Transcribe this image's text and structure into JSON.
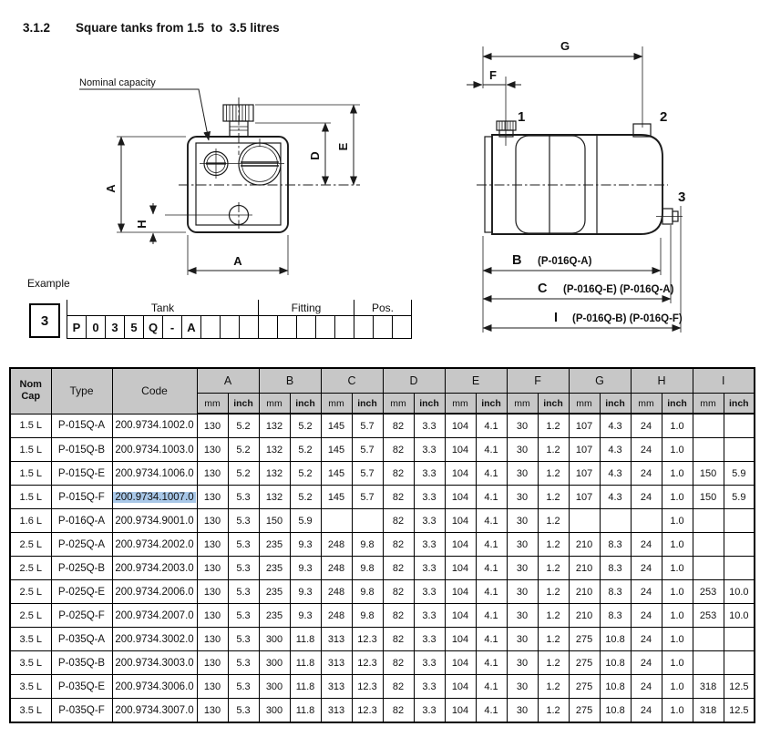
{
  "page": {
    "section_number": "3.1.2",
    "title": "Square tanks from 1.5  to  3.5 litres"
  },
  "front_view": {
    "callout": "Nominal capacity",
    "dim_a_left": "A",
    "dim_h": "H",
    "dim_d": "D",
    "dim_e": "E",
    "dim_a_bottom": "A"
  },
  "side_view": {
    "dim_g": "G",
    "dim_f": "F",
    "port1": "1",
    "port2": "2",
    "port3": "3",
    "dim_b": "B",
    "dim_b_note": "(P-016Q-A)",
    "dim_c": "C",
    "dim_c_note": "(P-016Q-E) (P-016Q-A)",
    "dim_i": "I",
    "dim_i_note": "(P-016Q-B) (P-016Q-F)"
  },
  "example": {
    "label": "Example",
    "box_value": "3",
    "sections": [
      {
        "label": "Tank",
        "cells": [
          "P",
          "0",
          "3",
          "5",
          "Q",
          "-",
          "A",
          "",
          "",
          ""
        ]
      },
      {
        "label": "Fitting",
        "cells": [
          "",
          "",
          "",
          "",
          ""
        ]
      },
      {
        "label": "Pos.",
        "cells": [
          "",
          "",
          ""
        ]
      }
    ]
  },
  "table": {
    "header_bg": "#c7c7c7",
    "highlight_color": "#a9c8e8",
    "col_cap": "Nom\nCap",
    "col_type": "Type",
    "col_code": "Code",
    "dim_groups": [
      "A",
      "B",
      "C",
      "D",
      "E",
      "F",
      "G",
      "H",
      "I"
    ],
    "unit_mm": "mm",
    "unit_inch": "inch",
    "rows": [
      {
        "cap": "1.5 L",
        "type": "P-015Q-A",
        "code": "200.9734.1002.0",
        "highlight": false,
        "dims": [
          "130",
          "5.2",
          "132",
          "5.2",
          "145",
          "5.7",
          "82",
          "3.3",
          "104",
          "4.1",
          "30",
          "1.2",
          "107",
          "4.3",
          "24",
          "1.0",
          "",
          ""
        ]
      },
      {
        "cap": "1.5 L",
        "type": "P-015Q-B",
        "code": "200.9734.1003.0",
        "highlight": false,
        "dims": [
          "130",
          "5.2",
          "132",
          "5.2",
          "145",
          "5.7",
          "82",
          "3.3",
          "104",
          "4.1",
          "30",
          "1.2",
          "107",
          "4.3",
          "24",
          "1.0",
          "",
          ""
        ]
      },
      {
        "cap": "1.5 L",
        "type": "P-015Q-E",
        "code": "200.9734.1006.0",
        "highlight": false,
        "dims": [
          "130",
          "5.2",
          "132",
          "5.2",
          "145",
          "5.7",
          "82",
          "3.3",
          "104",
          "4.1",
          "30",
          "1.2",
          "107",
          "4.3",
          "24",
          "1.0",
          "150",
          "5.9"
        ]
      },
      {
        "cap": "1.5 L",
        "type": "P-015Q-F",
        "code": "200.9734.1007.0",
        "highlight": true,
        "dims": [
          "130",
          "5.3",
          "132",
          "5.2",
          "145",
          "5.7",
          "82",
          "3.3",
          "104",
          "4.1",
          "30",
          "1.2",
          "107",
          "4.3",
          "24",
          "1.0",
          "150",
          "5.9"
        ]
      },
      {
        "cap": "1.6 L",
        "type": "P-016Q-A",
        "code": "200.9734.9001.0",
        "highlight": false,
        "dims": [
          "130",
          "5.3",
          "150",
          "5.9",
          "",
          "",
          "82",
          "3.3",
          "104",
          "4.1",
          "30",
          "1.2",
          "",
          "",
          "",
          "1.0",
          "",
          ""
        ]
      },
      {
        "cap": "2.5 L",
        "type": "P-025Q-A",
        "code": "200.9734.2002.0",
        "highlight": false,
        "dims": [
          "130",
          "5.3",
          "235",
          "9.3",
          "248",
          "9.8",
          "82",
          "3.3",
          "104",
          "4.1",
          "30",
          "1.2",
          "210",
          "8.3",
          "24",
          "1.0",
          "",
          ""
        ]
      },
      {
        "cap": "2.5 L",
        "type": "P-025Q-B",
        "code": "200.9734.2003.0",
        "highlight": false,
        "dims": [
          "130",
          "5.3",
          "235",
          "9.3",
          "248",
          "9.8",
          "82",
          "3.3",
          "104",
          "4.1",
          "30",
          "1.2",
          "210",
          "8.3",
          "24",
          "1.0",
          "",
          ""
        ]
      },
      {
        "cap": "2.5 L",
        "type": "P-025Q-E",
        "code": "200.9734.2006.0",
        "highlight": false,
        "dims": [
          "130",
          "5.3",
          "235",
          "9.3",
          "248",
          "9.8",
          "82",
          "3.3",
          "104",
          "4.1",
          "30",
          "1.2",
          "210",
          "8.3",
          "24",
          "1.0",
          "253",
          "10.0"
        ]
      },
      {
        "cap": "2.5 L",
        "type": "P-025Q-F",
        "code": "200.9734.2007.0",
        "highlight": false,
        "dims": [
          "130",
          "5.3",
          "235",
          "9.3",
          "248",
          "9.8",
          "82",
          "3.3",
          "104",
          "4.1",
          "30",
          "1.2",
          "210",
          "8.3",
          "24",
          "1.0",
          "253",
          "10.0"
        ]
      },
      {
        "cap": "3.5 L",
        "type": "P-035Q-A",
        "code": "200.9734.3002.0",
        "highlight": false,
        "dims": [
          "130",
          "5.3",
          "300",
          "11.8",
          "313",
          "12.3",
          "82",
          "3.3",
          "104",
          "4.1",
          "30",
          "1.2",
          "275",
          "10.8",
          "24",
          "1.0",
          "",
          ""
        ]
      },
      {
        "cap": "3.5 L",
        "type": "P-035Q-B",
        "code": "200.9734.3003.0",
        "highlight": false,
        "dims": [
          "130",
          "5.3",
          "300",
          "11.8",
          "313",
          "12.3",
          "82",
          "3.3",
          "104",
          "4.1",
          "30",
          "1.2",
          "275",
          "10.8",
          "24",
          "1.0",
          "",
          ""
        ]
      },
      {
        "cap": "3.5 L",
        "type": "P-035Q-E",
        "code": "200.9734.3006.0",
        "highlight": false,
        "dims": [
          "130",
          "5.3",
          "300",
          "11.8",
          "313",
          "12.3",
          "82",
          "3.3",
          "104",
          "4.1",
          "30",
          "1.2",
          "275",
          "10.8",
          "24",
          "1.0",
          "318",
          "12.5"
        ]
      },
      {
        "cap": "3.5 L",
        "type": "P-035Q-F",
        "code": "200.9734.3007.0",
        "highlight": false,
        "dims": [
          "130",
          "5.3",
          "300",
          "11.8",
          "313",
          "12.3",
          "82",
          "3.3",
          "104",
          "4.1",
          "30",
          "1.2",
          "275",
          "10.8",
          "24",
          "1.0",
          "318",
          "12.5"
        ]
      }
    ]
  }
}
